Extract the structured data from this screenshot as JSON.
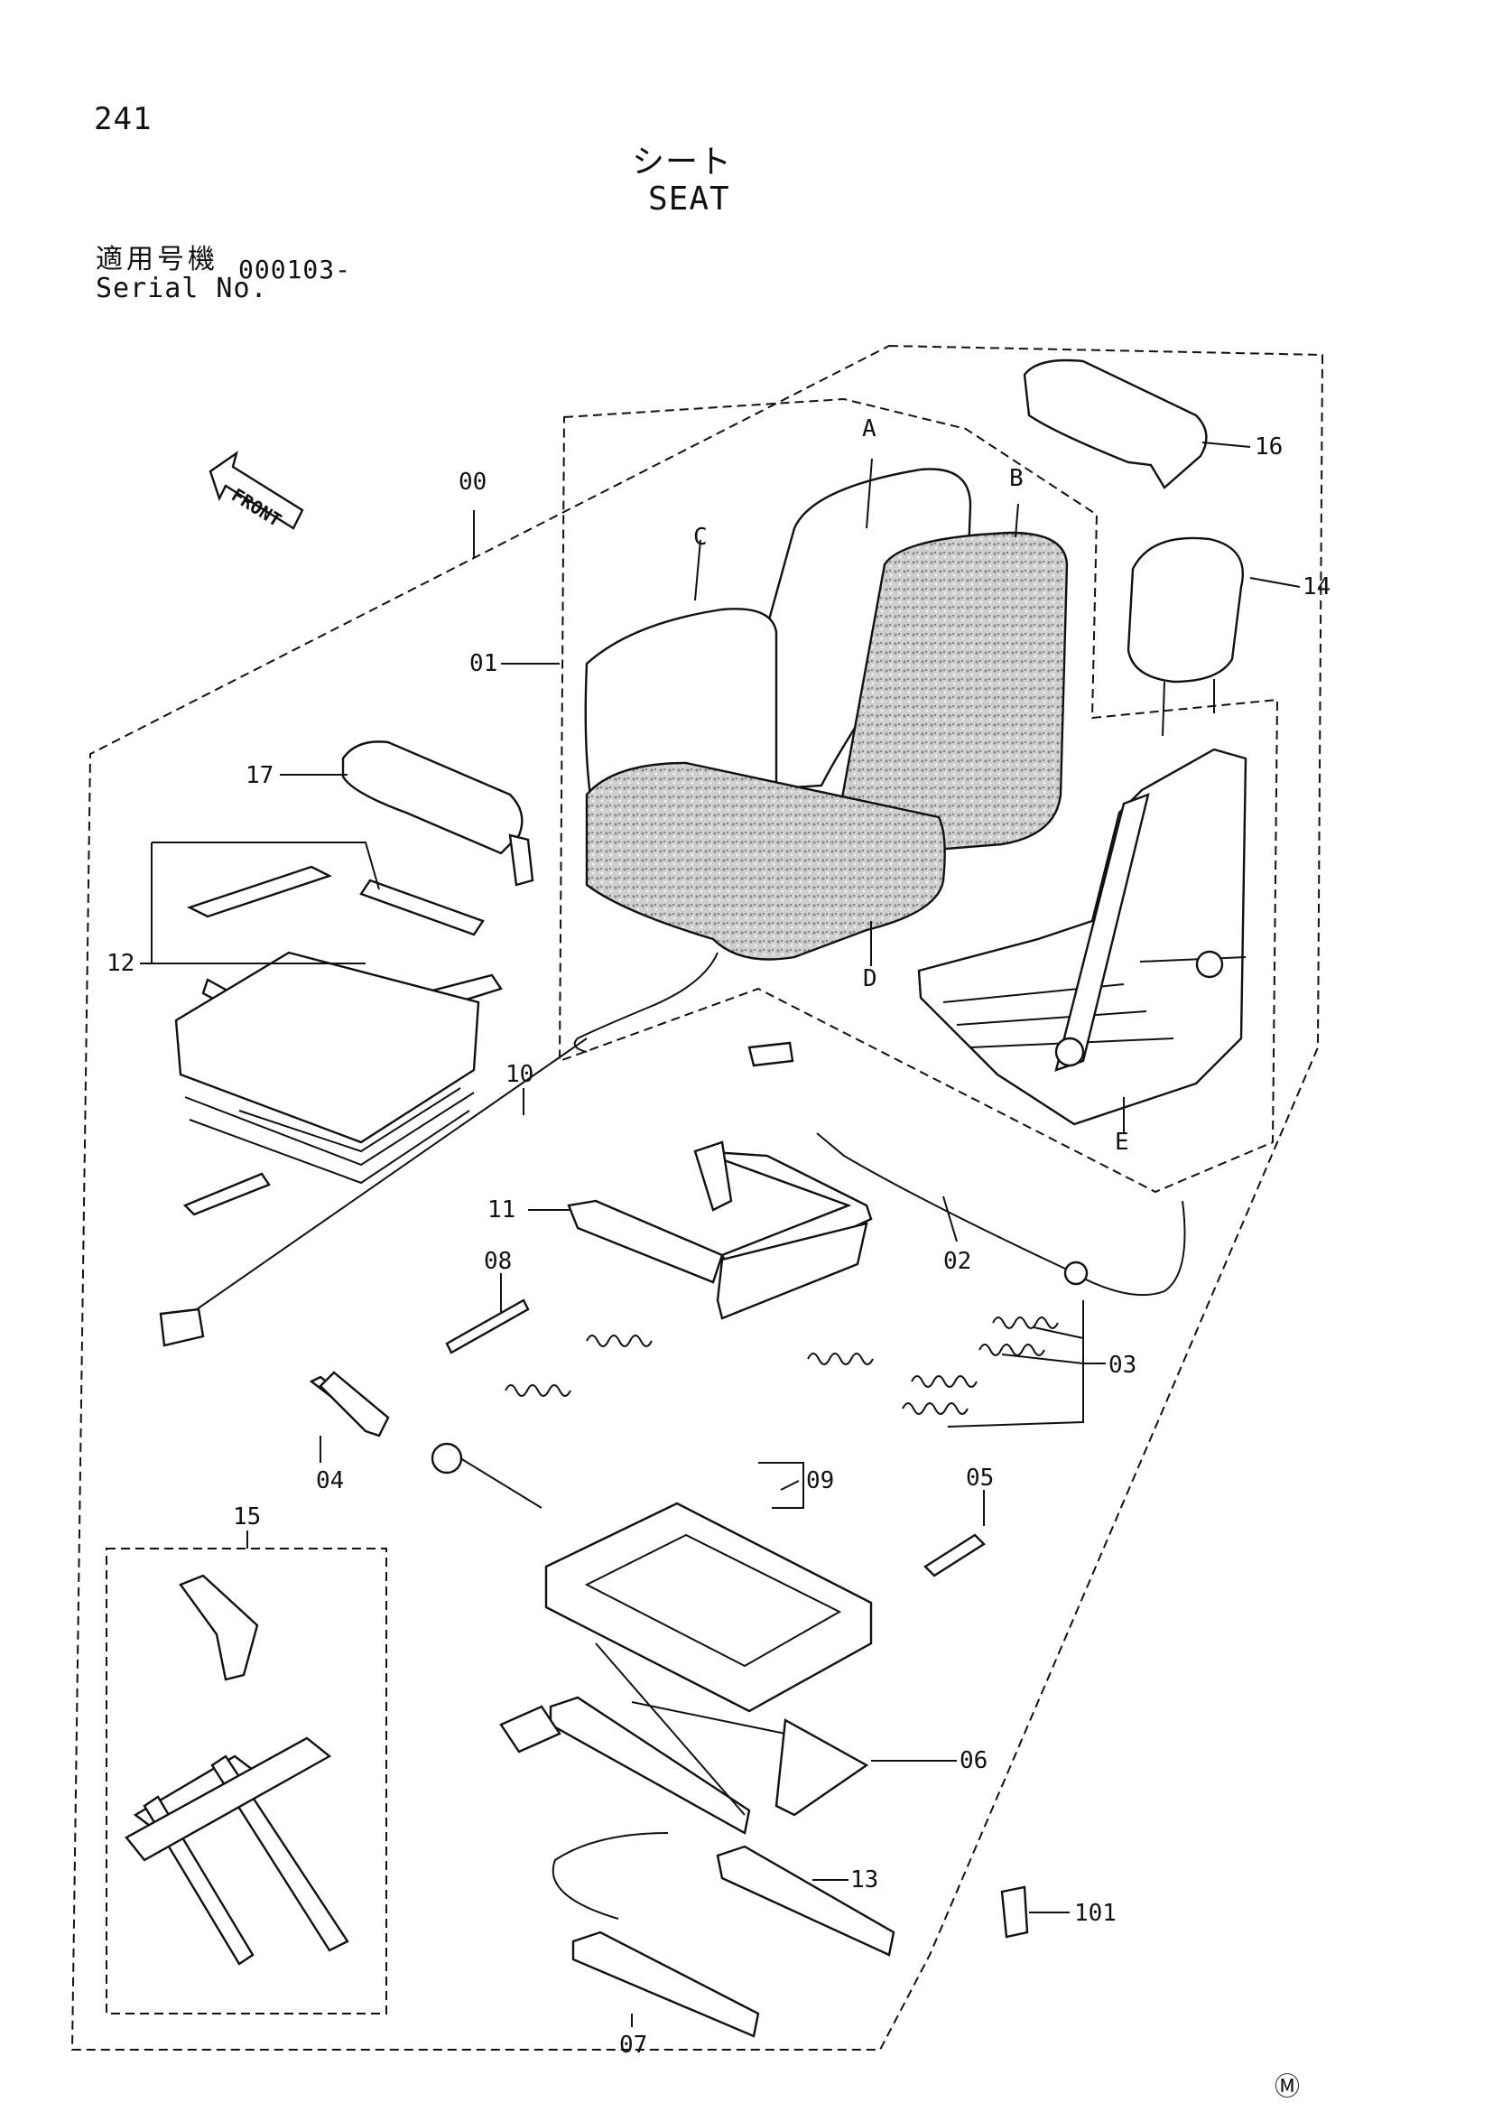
{
  "page": {
    "number": "241",
    "title_jp": "シート",
    "title_en": "SEAT",
    "serial_label_jp": "適用号機",
    "serial_label_en": "Serial No.",
    "serial_value": "000103-",
    "front_label": "FRONT",
    "maker_mark": "Ⓜ"
  },
  "callouts": {
    "c00": "00",
    "c01": "01",
    "c02": "02",
    "c03": "03",
    "c04": "04",
    "c05": "05",
    "c06": "06",
    "c07": "07",
    "c08": "08",
    "c09": "09",
    "c10": "10",
    "c11": "11",
    "c12": "12",
    "c13": "13",
    "c14": "14",
    "c15": "15",
    "c16": "16",
    "c17": "17",
    "c101": "101",
    "A": "A",
    "B": "B",
    "C": "C",
    "D": "D",
    "E": "E"
  }
}
